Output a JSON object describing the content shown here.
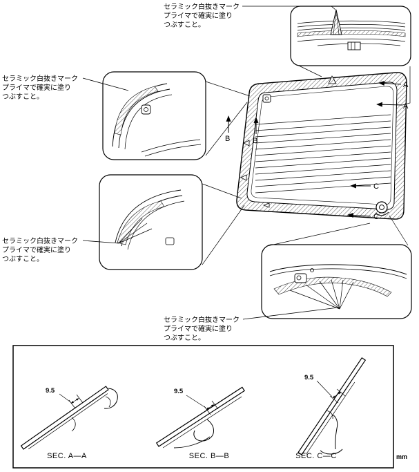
{
  "notes": {
    "top": {
      "lines": [
        "セラミック白抜きマーク",
        "プライマで確実に塗り",
        "つぶすこと。"
      ]
    },
    "upper_left": {
      "lines": [
        "セラミック白抜きマーク",
        "プライマで確実に塗り",
        "つぶすこと。"
      ]
    },
    "lower_left": {
      "lines": [
        "セラミック白抜きマーク",
        "プライマで確実に塗り",
        "つぶすこと。"
      ]
    },
    "bottom": {
      "lines": [
        "セラミック白抜きマーク",
        "プライマで確実に塗り",
        "つぶすこと。"
      ]
    }
  },
  "cut_labels": {
    "a": "A",
    "b": "B",
    "c": "C"
  },
  "sections": [
    {
      "name": "SEC. A—A",
      "dimension": "9.5"
    },
    {
      "name": "SEC. B—B",
      "dimension": "9.5"
    },
    {
      "name": "SEC. C—C",
      "dimension": "9.5"
    }
  ],
  "unit": "mm"
}
